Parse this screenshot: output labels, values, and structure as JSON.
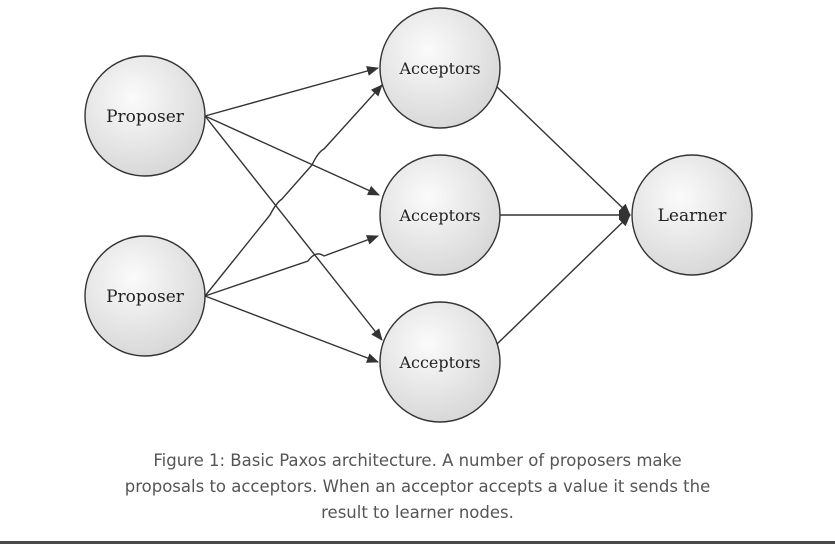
{
  "diagram": {
    "nodes": {
      "proposer_1": "Proposer",
      "proposer_2": "Proposer",
      "acceptors_1": "Acceptors",
      "acceptors_2": "Acceptors",
      "acceptors_3": "Acceptors",
      "learner": "Learner"
    }
  },
  "caption": {
    "line1": "Figure 1: Basic Paxos architecture. A number of proposers make",
    "line2": "proposals to acceptors. When an acceptor accepts a value it sends the",
    "line3": "result to learner nodes."
  },
  "colors": {
    "node_fill_light": "#f7f7f7",
    "node_fill_dark": "#d9d9d9",
    "stroke": "#333333",
    "caption_text": "#555555"
  }
}
